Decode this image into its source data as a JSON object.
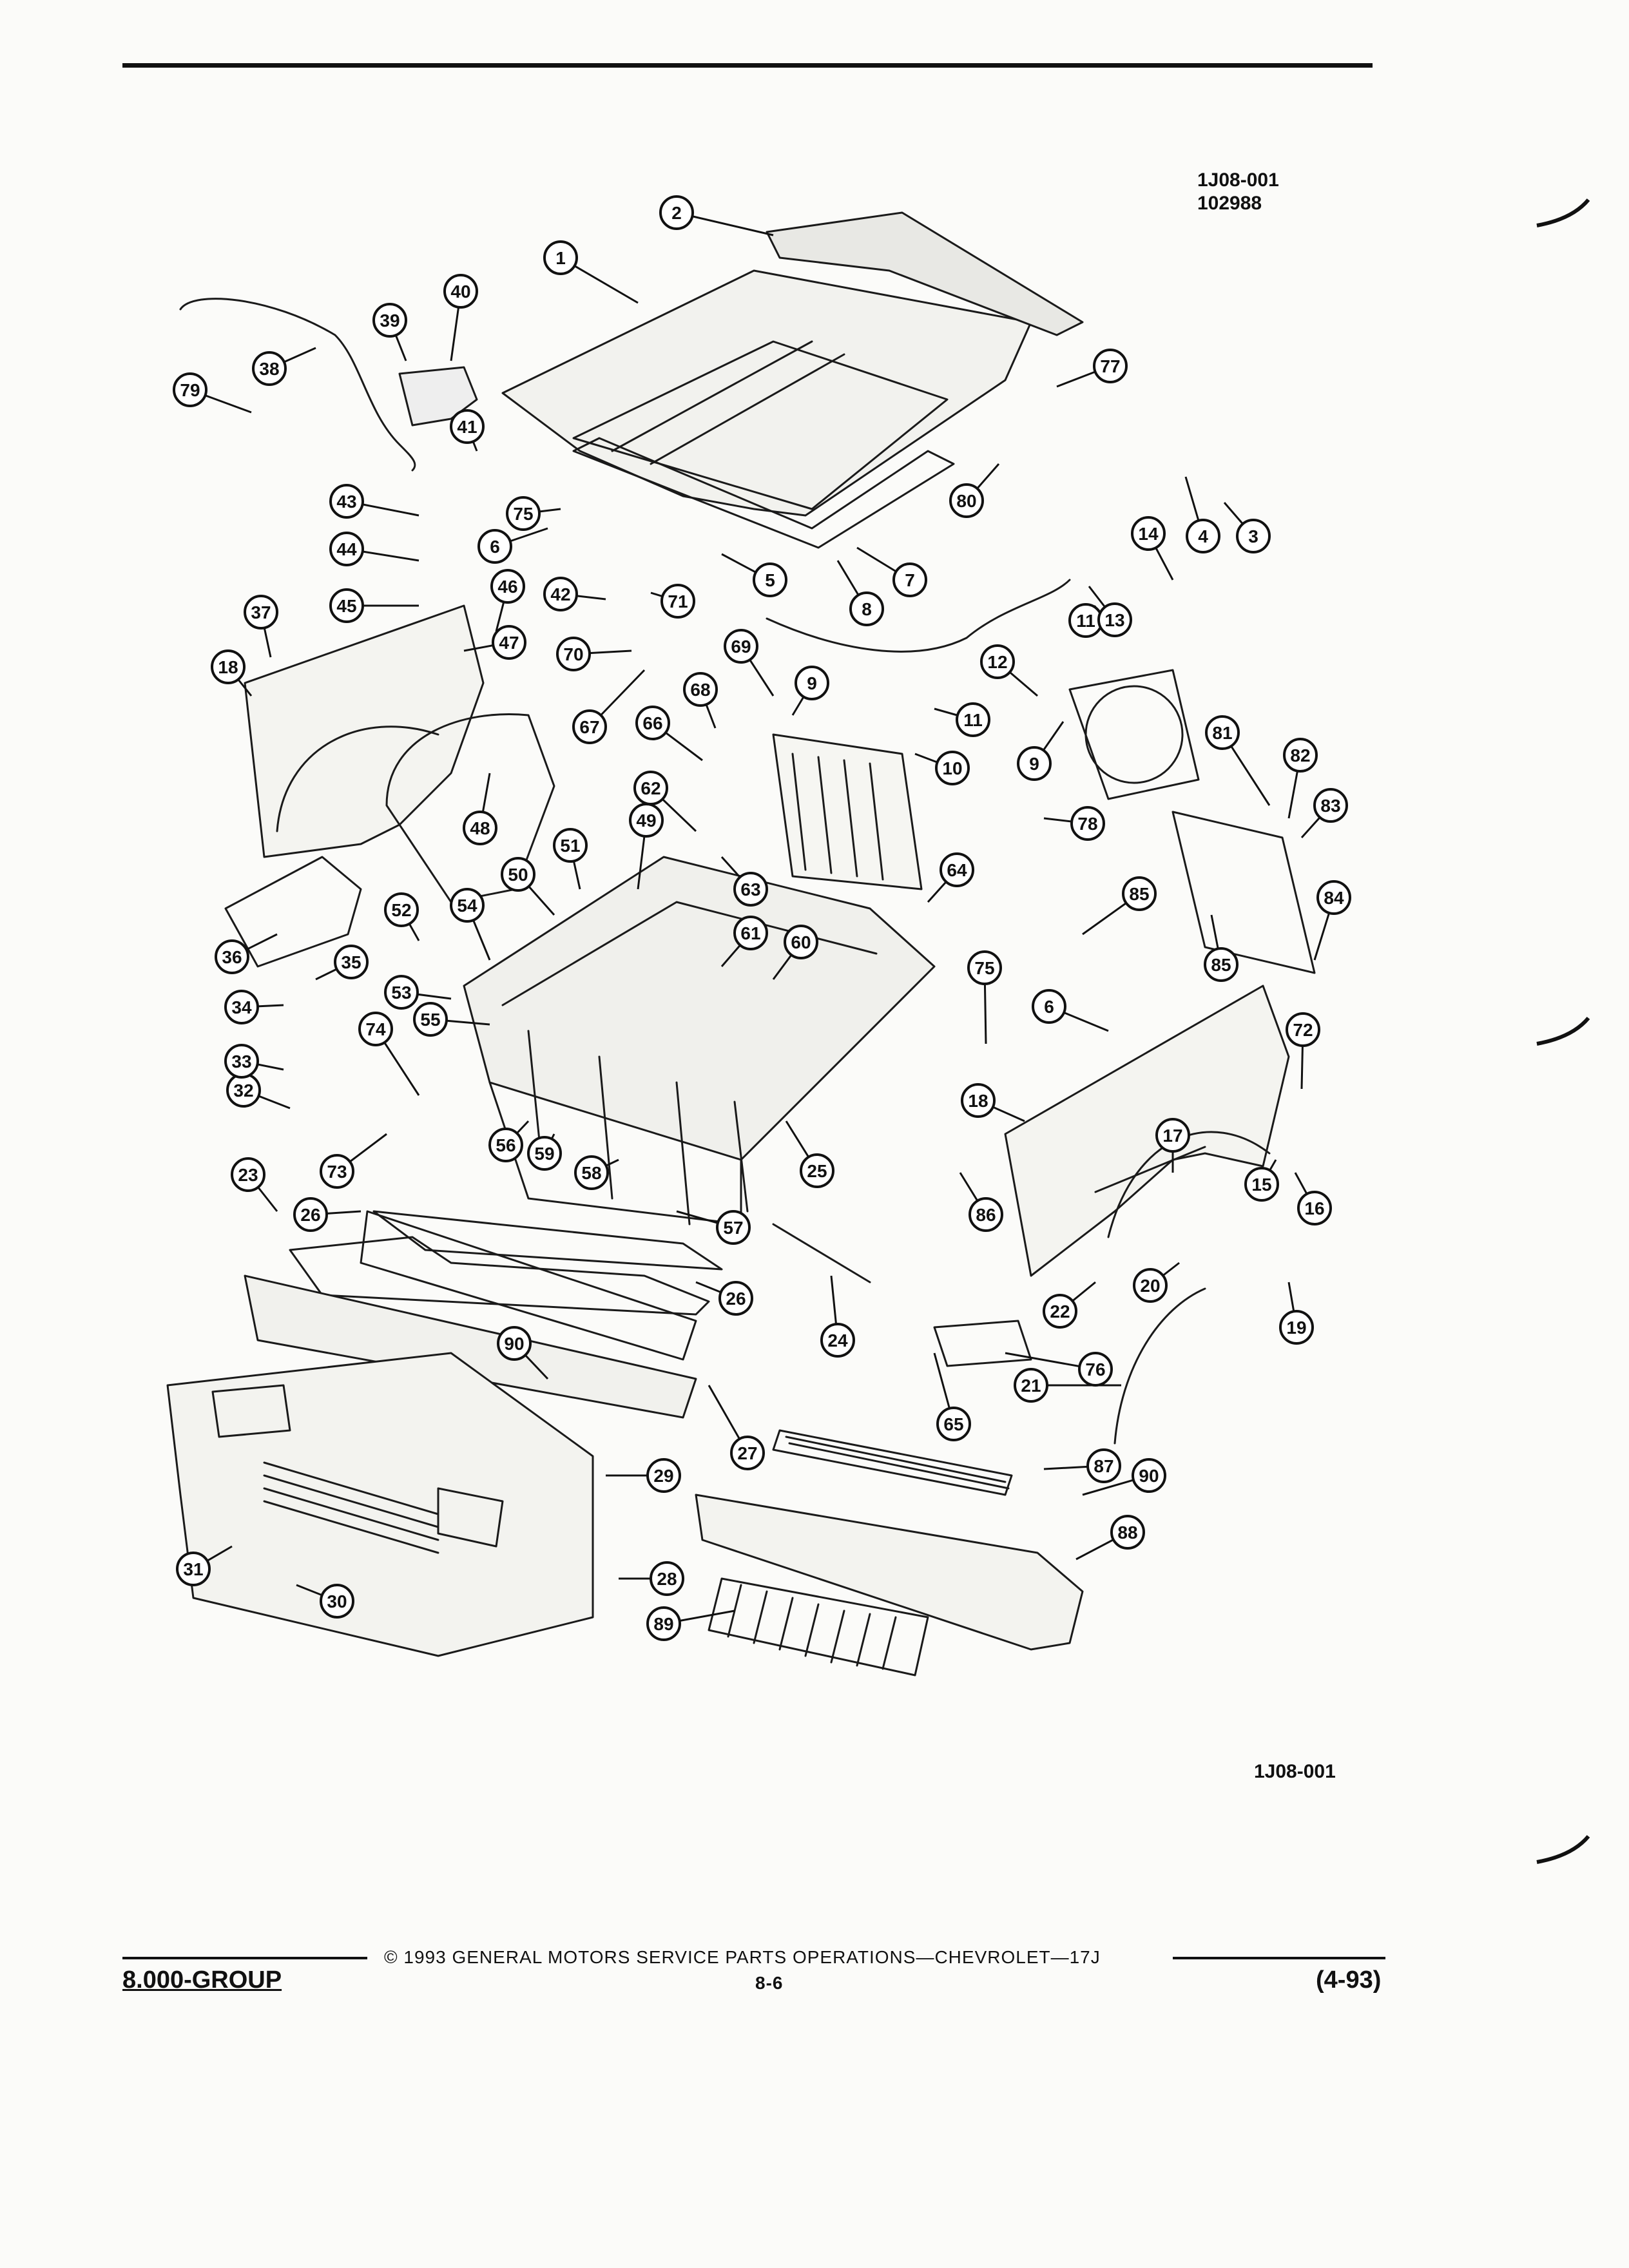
{
  "header": {
    "code_line1": "1J08-001",
    "code_line2": "102988"
  },
  "figure_code": "1J08-001",
  "footer": {
    "copyright": "©  1993  GENERAL MOTORS SERVICE PARTS OPERATIONS—CHEVROLET—17J",
    "group": "8.000-GROUP",
    "page": "8-6",
    "revision": "(4-93)"
  },
  "callouts": [
    {
      "label": "1"
    },
    {
      "label": "2"
    },
    {
      "label": "3"
    },
    {
      "label": "4"
    },
    {
      "label": "5"
    },
    {
      "label": "6"
    },
    {
      "label": "7"
    },
    {
      "label": "8"
    },
    {
      "label": "9"
    },
    {
      "label": "9"
    },
    {
      "label": "10"
    },
    {
      "label": "11"
    },
    {
      "label": "11"
    },
    {
      "label": "12"
    },
    {
      "label": "13"
    },
    {
      "label": "14"
    },
    {
      "label": "15"
    },
    {
      "label": "16"
    },
    {
      "label": "17"
    },
    {
      "label": "18"
    },
    {
      "label": "18"
    },
    {
      "label": "19"
    },
    {
      "label": "20"
    },
    {
      "label": "21"
    },
    {
      "label": "22"
    },
    {
      "label": "23"
    },
    {
      "label": "24"
    },
    {
      "label": "25"
    },
    {
      "label": "26"
    },
    {
      "label": "26"
    },
    {
      "label": "27"
    },
    {
      "label": "28"
    },
    {
      "label": "29"
    },
    {
      "label": "30"
    },
    {
      "label": "31"
    },
    {
      "label": "32"
    },
    {
      "label": "33"
    },
    {
      "label": "34"
    },
    {
      "label": "35"
    },
    {
      "label": "36"
    },
    {
      "label": "37"
    },
    {
      "label": "38"
    },
    {
      "label": "39"
    },
    {
      "label": "40"
    },
    {
      "label": "41"
    },
    {
      "label": "42"
    },
    {
      "label": "43"
    },
    {
      "label": "44"
    },
    {
      "label": "45"
    },
    {
      "label": "46"
    },
    {
      "label": "47"
    },
    {
      "label": "48"
    },
    {
      "label": "49"
    },
    {
      "label": "50"
    },
    {
      "label": "51"
    },
    {
      "label": "52"
    },
    {
      "label": "53"
    },
    {
      "label": "54"
    },
    {
      "label": "55"
    },
    {
      "label": "56"
    },
    {
      "label": "57"
    },
    {
      "label": "58"
    },
    {
      "label": "59"
    },
    {
      "label": "60"
    },
    {
      "label": "61"
    },
    {
      "label": "62"
    },
    {
      "label": "63"
    },
    {
      "label": "64"
    },
    {
      "label": "65"
    },
    {
      "label": "66"
    },
    {
      "label": "67"
    },
    {
      "label": "68"
    },
    {
      "label": "69"
    },
    {
      "label": "70"
    },
    {
      "label": "71"
    },
    {
      "label": "72"
    },
    {
      "label": "73"
    },
    {
      "label": "74"
    },
    {
      "label": "75"
    },
    {
      "label": "75"
    },
    {
      "label": "76"
    },
    {
      "label": "77"
    },
    {
      "label": "78"
    },
    {
      "label": "79"
    },
    {
      "label": "80"
    },
    {
      "label": "81"
    },
    {
      "label": "82"
    },
    {
      "label": "83"
    },
    {
      "label": "84"
    },
    {
      "label": "85"
    },
    {
      "label": "85"
    },
    {
      "label": "86"
    },
    {
      "label": "87"
    },
    {
      "label": "88"
    },
    {
      "label": "89"
    },
    {
      "label": "90"
    },
    {
      "label": "90"
    },
    {
      "label": "6"
    }
  ]
}
